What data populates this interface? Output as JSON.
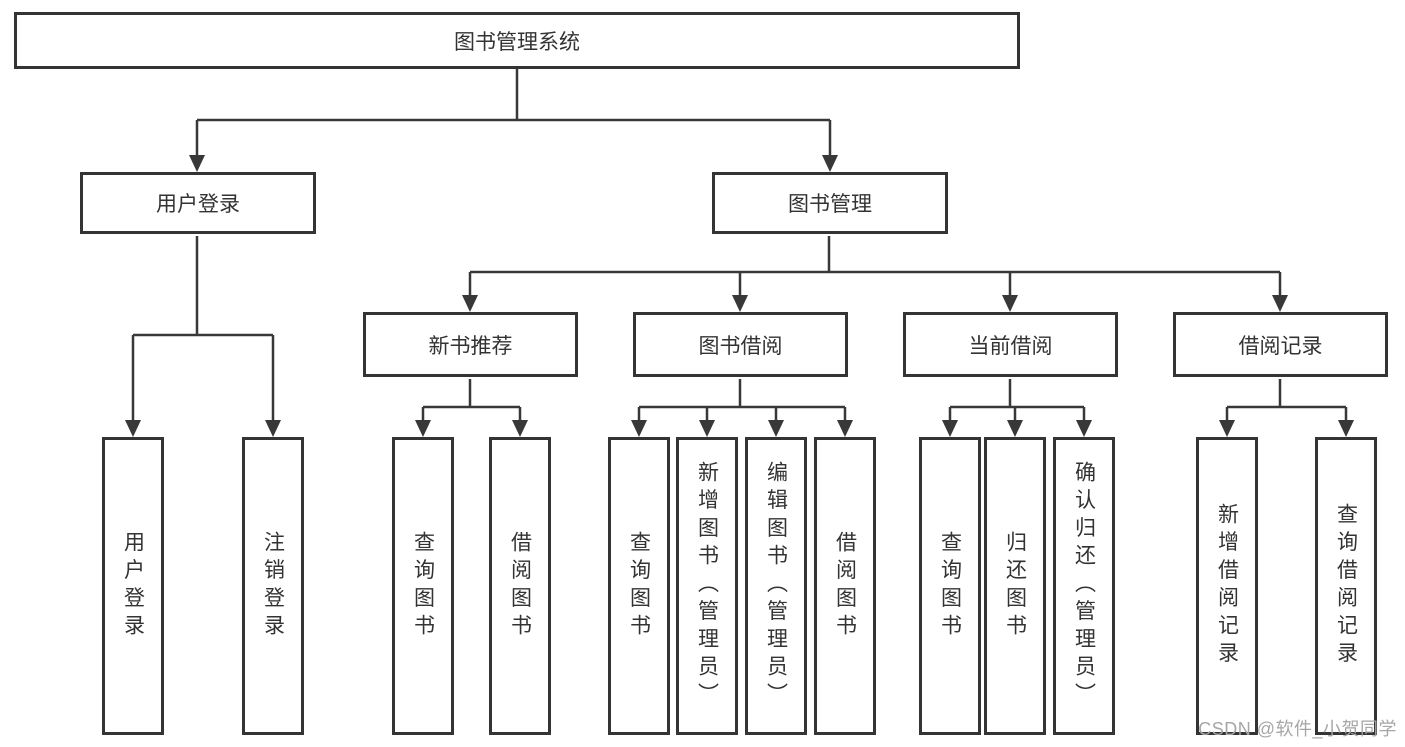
{
  "tree": {
    "root": "图书管理系统",
    "level2": [
      "用户登录",
      "图书管理"
    ],
    "level3": [
      "新书推荐",
      "图书借阅",
      "当前借阅",
      "借阅记录"
    ],
    "leaves_user_login": [
      "用户登录",
      "注销登录"
    ],
    "leaves_new_book": [
      "查询图书",
      "借阅图书"
    ],
    "leaves_book_borrow": [
      "查询图书",
      "新增图书（管理员）",
      "编辑图书（管理员）",
      "借阅图书"
    ],
    "leaves_current_borrow": [
      "查询图书",
      "归还图书",
      "确认归还（管理员）"
    ],
    "leaves_borrow_record": [
      "新增借阅记录",
      "查询借阅记录"
    ]
  },
  "watermark": "CSDN @软件_小贺同学",
  "colors": {
    "line": "#383838",
    "box_border": "#343434",
    "text": "#333333",
    "watermark": "#a6a6a6",
    "background": "#ffffff"
  }
}
